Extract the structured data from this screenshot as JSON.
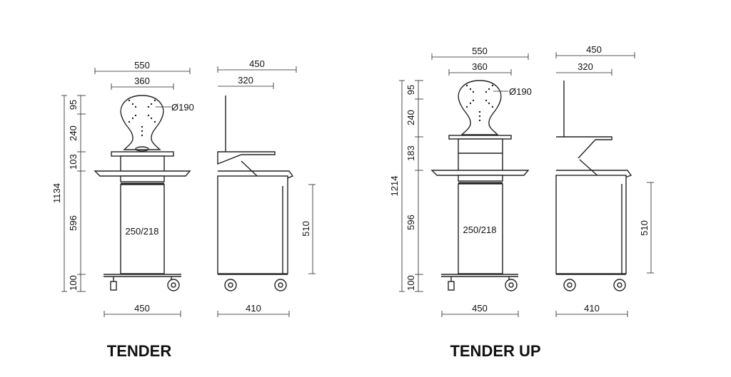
{
  "tender": {
    "title": "TENDER",
    "front": {
      "top_width": "550",
      "plate_width": "360",
      "plate_diameter": "Ø190",
      "col_diameter": "250/218",
      "base_width": "450",
      "overall_height": "1134",
      "h_plate": "95",
      "h_neck": "240",
      "h_shelf": "103",
      "h_column": "596",
      "h_base": "100"
    },
    "side": {
      "top_depth": "450",
      "shelf_depth": "320",
      "cabinet_height": "510",
      "base_depth": "410"
    }
  },
  "tender_up": {
    "title": "TENDER UP",
    "front": {
      "top_width": "550",
      "plate_width": "360",
      "plate_diameter": "Ø190",
      "col_diameter": "250/218",
      "base_width": "450",
      "overall_height": "1214",
      "h_plate": "95",
      "h_neck": "240",
      "h_shelf": "183",
      "h_column": "596",
      "h_base": "100"
    },
    "side": {
      "top_depth": "450",
      "shelf_depth": "320",
      "cabinet_height": "510",
      "base_depth": "410"
    }
  }
}
